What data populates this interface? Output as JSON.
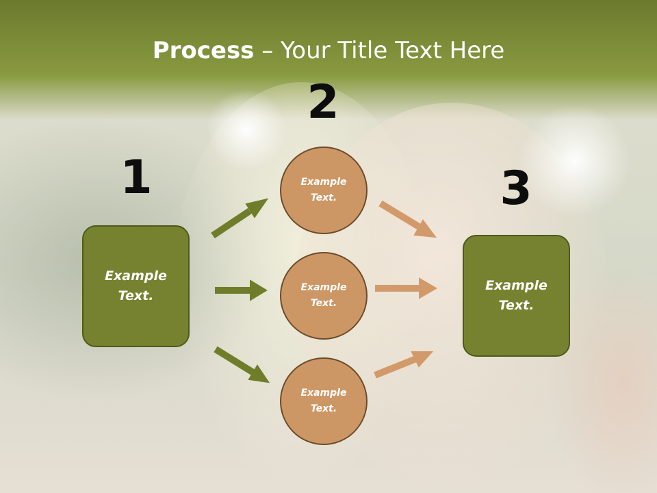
{
  "slide": {
    "title_bold": "Process",
    "title_rest": " – Your Title Text Here",
    "steps": {
      "one": "1",
      "two": "2",
      "three": "3"
    },
    "left_box": {
      "text": "Example Text."
    },
    "right_box": {
      "text": "Example Text."
    },
    "circles": [
      {
        "text": "Example Text."
      },
      {
        "text": "Example Text."
      },
      {
        "text": "Example Text."
      }
    ]
  },
  "colors": {
    "box_fill": "#76822f",
    "circle_fill": "#cd9765",
    "green_arrow": "#6f7d2b",
    "tan_arrow": "#d29a6a"
  }
}
